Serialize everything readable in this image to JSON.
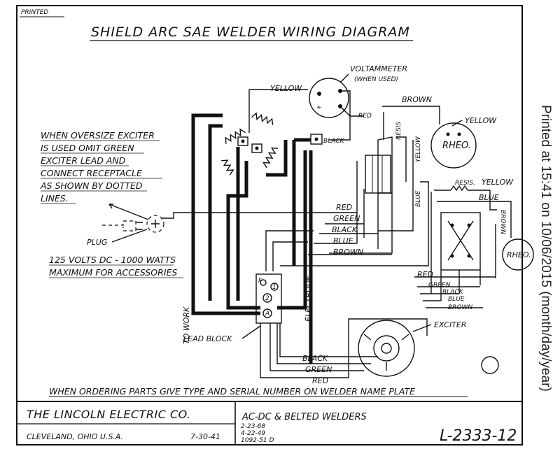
{
  "sheet": {
    "printed_stamp": "PRINTED",
    "title": "SHIELD ARC SAE WELDER WIRING DIAGRAM",
    "print_note": "Printed at 15:41 on 10/06/2015 (month/day/year)"
  },
  "labels": {
    "voltammeter": "VOLTAMMETER",
    "when_used": "(WHEN USED)",
    "yellow_top": "YELLOW",
    "red_meter": "RED",
    "black_switch": "BLACK",
    "brown_top": "BROWN",
    "yellow_rheo": "YELLOW",
    "rheo_top": "RHEO.",
    "resis_top": "RESIS",
    "yellow_vert": "YELLOW",
    "blue_vert": "BLUE",
    "resis_right": "RESIS.",
    "yellow_right": "YELLOW",
    "blue_right": "BLUE",
    "brown_right": "BROWN",
    "rheo_right": "RHEO.",
    "plug": "PLUG",
    "to_work": "TO WORK",
    "electrode": "ELECTRODE",
    "lead_block": "LEAD BLOCK",
    "exciter": "EXCITER",
    "terminal_1": "1",
    "terminal_2": "2",
    "terminal_a": "A",
    "terminal_f": "F"
  },
  "harness": [
    "RED",
    "GREEN",
    "BLACK",
    "BLUE",
    "BROWN"
  ],
  "right_harness": [
    "RED",
    "GREEN",
    "BLACK",
    "BLUE",
    "BROWN"
  ],
  "exciter_leads": [
    "BLACK",
    "GREEN",
    "RED"
  ],
  "notes": {
    "oversize_exciter": [
      "WHEN OVERSIZE EXCITER",
      "IS USED OMIT GREEN",
      "EXCITER LEAD AND",
      "CONNECT RECEPTACLE",
      "AS SHOWN BY DOTTED",
      "LINES."
    ],
    "accessories": [
      "125 VOLTS DC - 1000 WATTS",
      "MAXIMUM FOR ACCESSORIES"
    ],
    "ordering": "WHEN ORDERING PARTS GIVE TYPE AND SERIAL NUMBER ON WELDER NAME PLATE"
  },
  "title_block": {
    "company": "THE LINCOLN ELECTRIC CO.",
    "city": "CLEVELAND, OHIO  U.S.A.",
    "date": "7-30-41",
    "product": "AC-DC & BELTED WELDERS",
    "revisions": [
      "2-23-68",
      "4-22-49",
      "1092-51 D"
    ],
    "drawing_number": "L-2333-12"
  }
}
